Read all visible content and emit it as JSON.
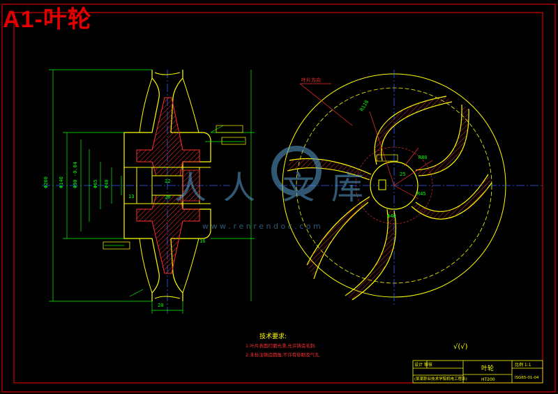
{
  "title": "A1-叶轮",
  "watermark": {
    "chars": [
      "人",
      "人",
      "文",
      "库"
    ],
    "url": "w w w . r e n r e n d o c . c o m"
  },
  "labels": {
    "blade_leader": "叶片方向",
    "tech_requirements_title": "技术要求:",
    "tech_requirements": [
      "1.叶片表面打磨光滑,允许铸造毛刺.",
      "2.未标注铸造圆角,不许有砂眼及气孔."
    ],
    "surface_symbol": "√(√)"
  },
  "title_block": {
    "part_name": "叶轮",
    "material": "HT200",
    "scale": "比例 1:1",
    "drawing_no": "ISG65-01-04",
    "designer_label": "设计 审核",
    "school": "(某某职业技术学院机电工程系)"
  },
  "colors": {
    "border": "#ff0000",
    "outline": "#ffff00",
    "dimension": "#00ff00",
    "hatch": "#ff3030",
    "center": "#3060ff",
    "watermark": "#5aa0d0",
    "title": "#e00000"
  }
}
